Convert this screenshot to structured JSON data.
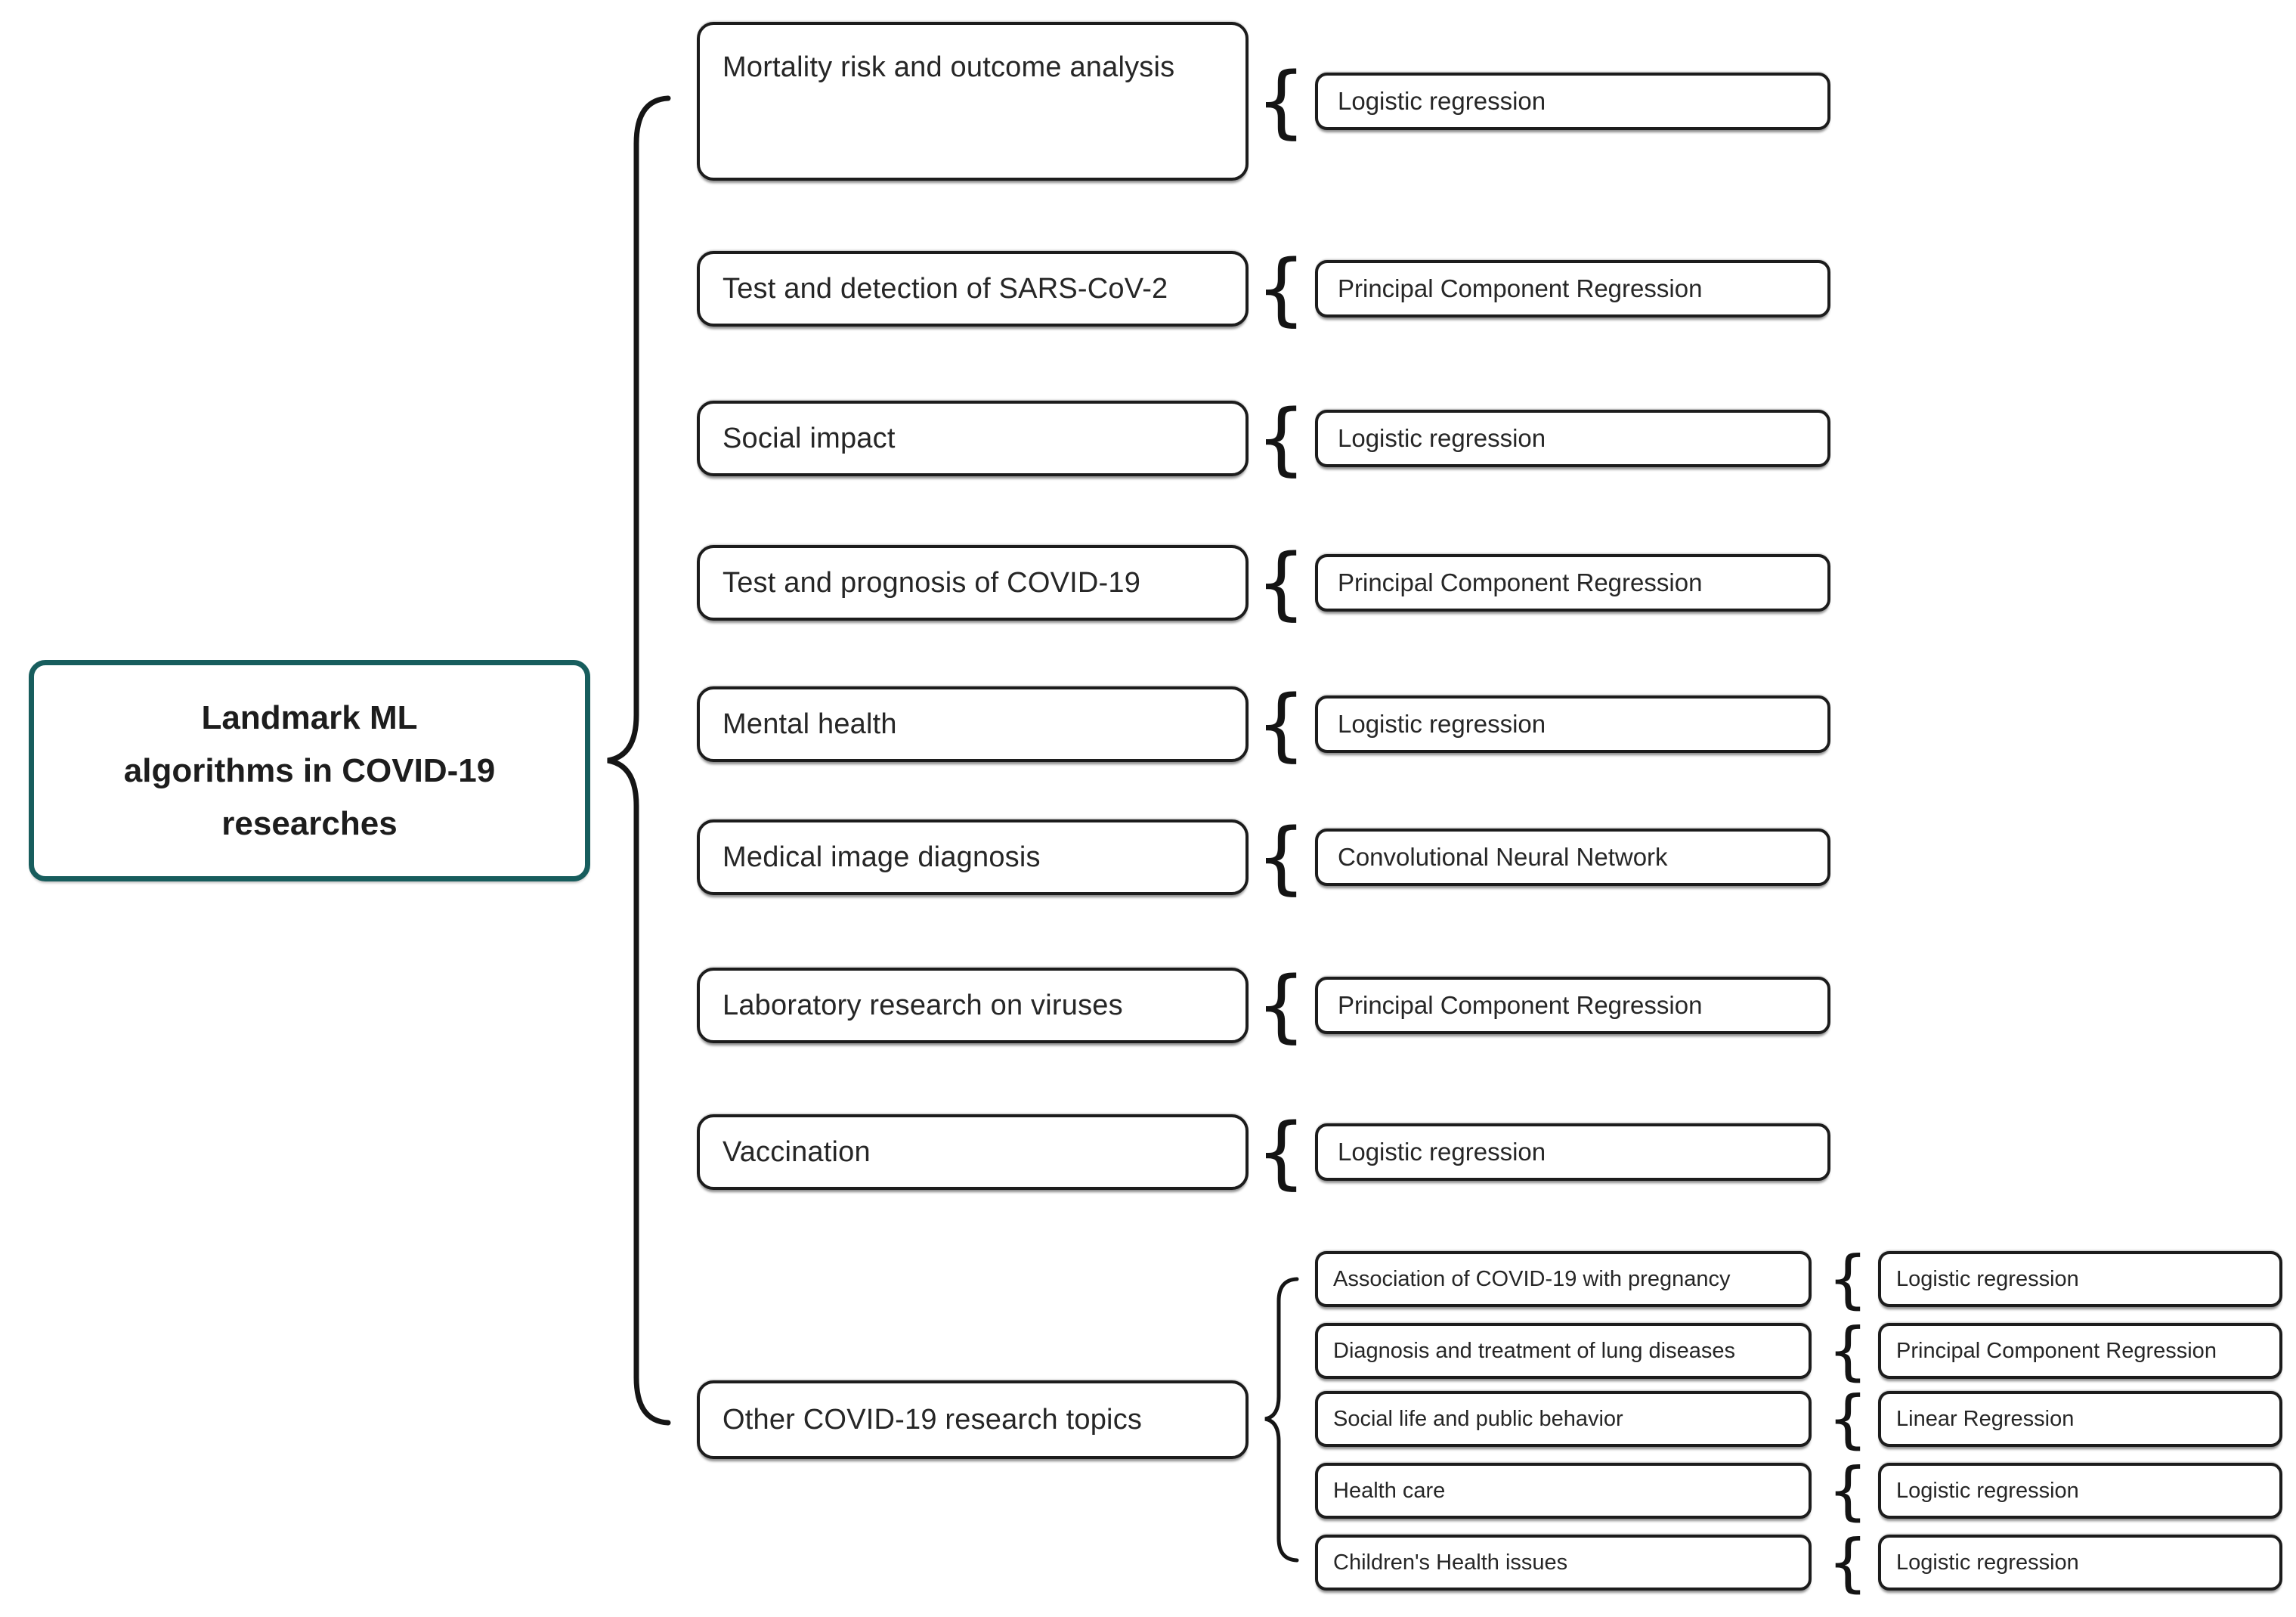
{
  "colors": {
    "accent_teal": "#175d5d",
    "box_line": "#1c1c1c",
    "text": "#262626",
    "background": "#ffffff"
  },
  "icons": {
    "brace": "{"
  },
  "root": {
    "title": "Landmark ML algorithms in COVID-19 researches",
    "title_lines": [
      "Landmark ML",
      "algorithms in COVID-19",
      "researches"
    ]
  },
  "topics": [
    {
      "label": "Mortality risk and outcome analysis",
      "algorithm": "Logistic regression"
    },
    {
      "label": "Test and detection of SARS-CoV-2",
      "algorithm": "Principal Component Regression"
    },
    {
      "label": "Social impact",
      "algorithm": "Logistic regression"
    },
    {
      "label": "Test and prognosis of COVID-19",
      "algorithm": "Principal Component Regression"
    },
    {
      "label": "Mental health",
      "algorithm": "Logistic regression"
    },
    {
      "label": "Medical image diagnosis",
      "algorithm": "Convolutional Neural Network"
    },
    {
      "label": "Laboratory research on viruses",
      "algorithm": "Principal Component Regression"
    },
    {
      "label": "Vaccination",
      "algorithm": "Logistic regression"
    },
    {
      "label": "Other COVID-19 research topics",
      "children": [
        {
          "label": "Association of COVID-19 with pregnancy",
          "algorithm": "Logistic regression"
        },
        {
          "label": "Diagnosis and treatment of lung diseases",
          "algorithm": "Principal Component Regression"
        },
        {
          "label": "Social life and public behavior",
          "algorithm": "Linear Regression"
        },
        {
          "label": "Health care",
          "algorithm": "Logistic regression"
        },
        {
          "label": "Children's Health issues",
          "algorithm": "Logistic regression"
        }
      ]
    }
  ]
}
